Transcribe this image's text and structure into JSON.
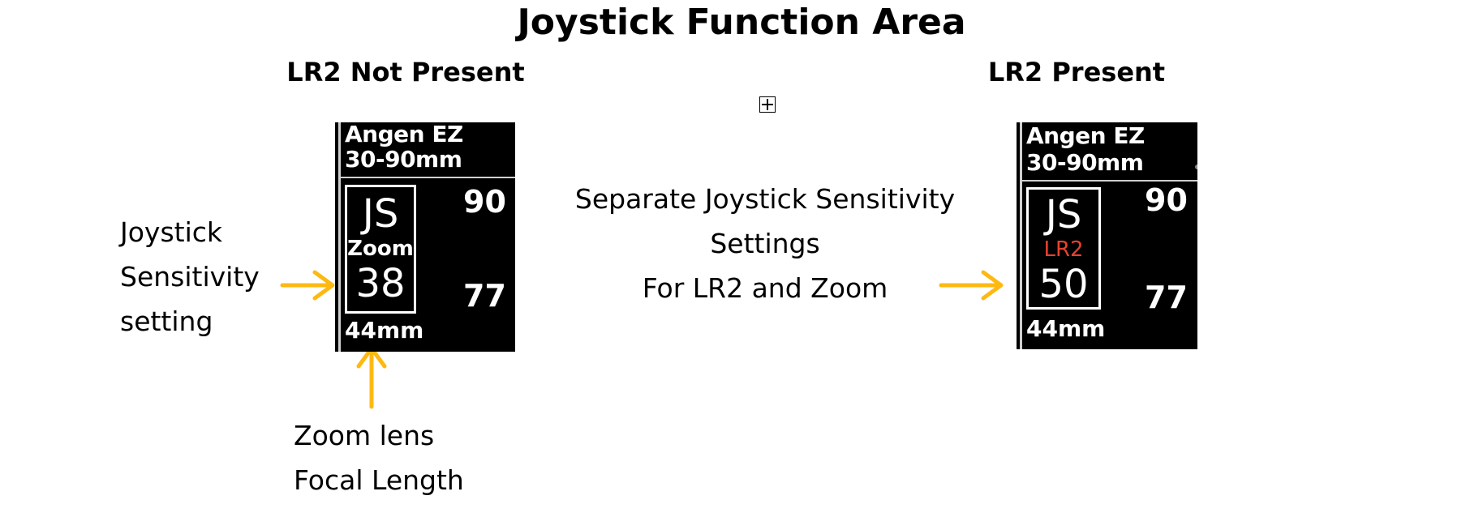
{
  "title": "Joystick Function Area",
  "left_panel": {
    "heading": "LR2 Not Present",
    "screen": {
      "lens_line1": "Angen EZ",
      "lens_line2": "30-90mm",
      "js_label": "JS",
      "mode_label": "Zoom",
      "sensitivity_value": "38",
      "right_top": "90",
      "right_bottom": "77",
      "focal_length": "44mm"
    },
    "callout_sensitivity": [
      "Joystick",
      "Sensitivity",
      "setting"
    ],
    "callout_focal": [
      "Zoom lens",
      "Focal Length"
    ]
  },
  "center_note": [
    "Separate Joystick Sensitivity",
    "Settings",
    "For LR2 and Zoom"
  ],
  "right_panel": {
    "heading": "LR2 Present",
    "screen": {
      "lens_line1": "Angen EZ",
      "lens_line2": "30-90mm",
      "js_label": "JS",
      "mode_label": "LR2",
      "sensitivity_value": "50",
      "right_top": "90",
      "right_bottom": "77",
      "focal_length": "44mm"
    }
  },
  "colors": {
    "arrow": "#FDB913",
    "lr2_label": "#E8412E"
  }
}
